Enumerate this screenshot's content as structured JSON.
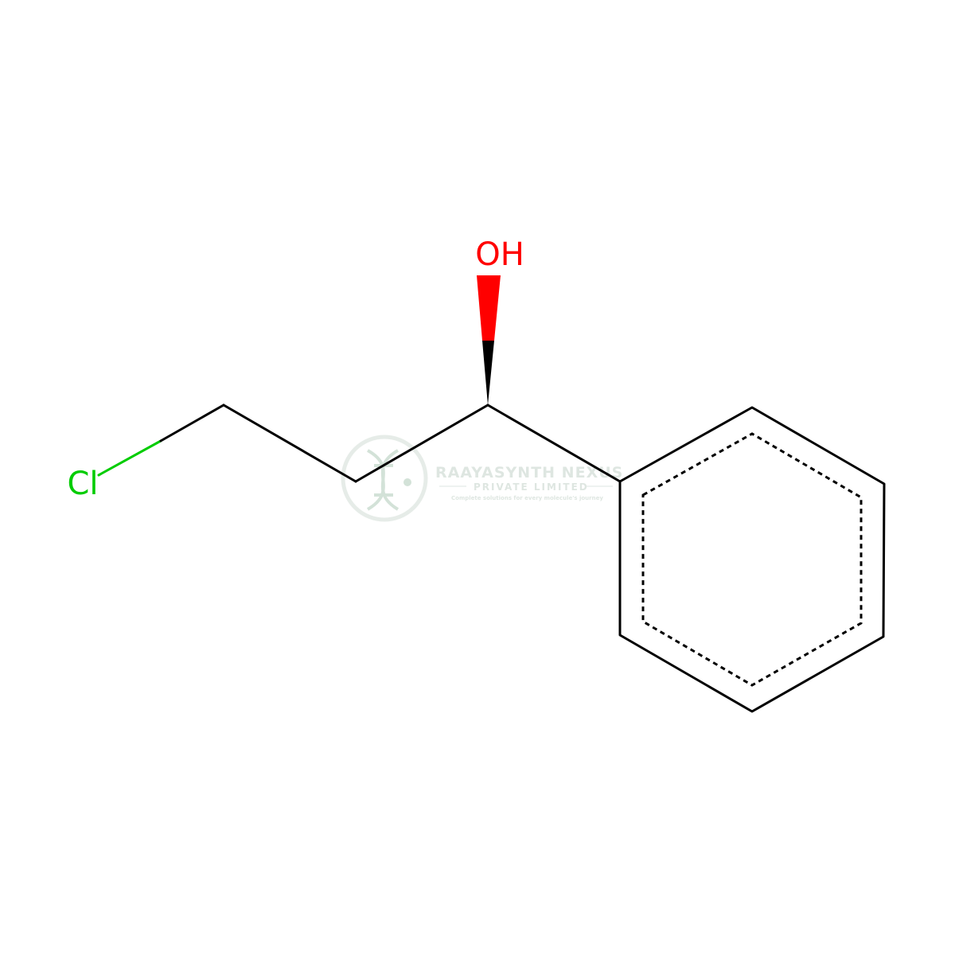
{
  "molecule": {
    "atoms": {
      "oh": "OH",
      "cl": "Cl"
    },
    "colors": {
      "bond": "#000000",
      "oxygen": "#ff0000",
      "chlorine": "#00cc00"
    }
  },
  "watermark": {
    "title": "RAAYASYNTH NEXUS",
    "subtitle": "PRIVATE LIMITED",
    "tagline": "Complete solutions for every molecule's journey",
    "color": "#b7c9bd"
  }
}
